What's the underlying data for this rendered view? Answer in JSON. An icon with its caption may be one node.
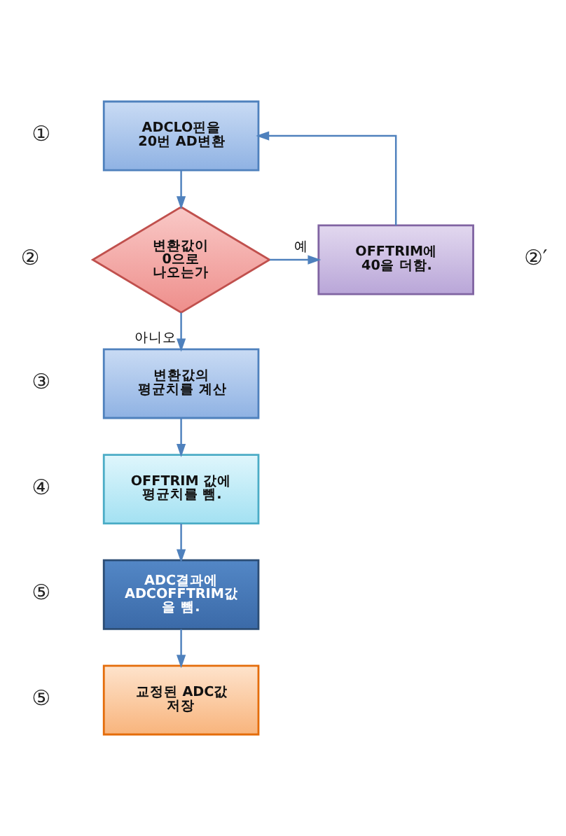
{
  "diagram": {
    "nodes": [
      {
        "text": [
          "ADCLO핀을 20번 AD변환"
        ],
        "beside": [
          "①"
        ]
      },
      {
        "text": [
          "변환값이 0으로 나오는가"
        ],
        "beside": [
          "②"
        ]
      },
      {
        "text": [
          "OFFTRIM에 40을 더함."
        ],
        "beside": [
          "②′"
        ]
      },
      {
        "text": [
          "변환값의 평균치를 계산"
        ],
        "beside": [
          "③"
        ]
      },
      {
        "text": [
          "OFFTRIM 값에 평균치를 뺌."
        ],
        "beside": [
          "④"
        ]
      },
      {
        "text": [
          "ADC결과에 ADCOFFTRIM값 을 뺌."
        ],
        "beside": [
          "⑤"
        ]
      },
      {
        "text": [
          "교정된 ADC값 저장"
        ],
        "beside": [
          "⑤"
        ]
      }
    ],
    "edges": [
      {
        "from": 0,
        "to": 1,
        "arrow": "to"
      },
      {
        "from": 1,
        "to": 2,
        "arrow": "to",
        "label": "예"
      },
      {
        "from": 2,
        "to": 0,
        "arrow": "to"
      },
      {
        "from": 1,
        "to": 3,
        "arrow": "to",
        "label": "아니오"
      },
      {
        "from": 3,
        "to": 4,
        "arrow": "to"
      },
      {
        "from": 4,
        "to": 5,
        "arrow": "to"
      },
      {
        "from": 5,
        "to": 6,
        "arrow": "to"
      }
    ]
  }
}
